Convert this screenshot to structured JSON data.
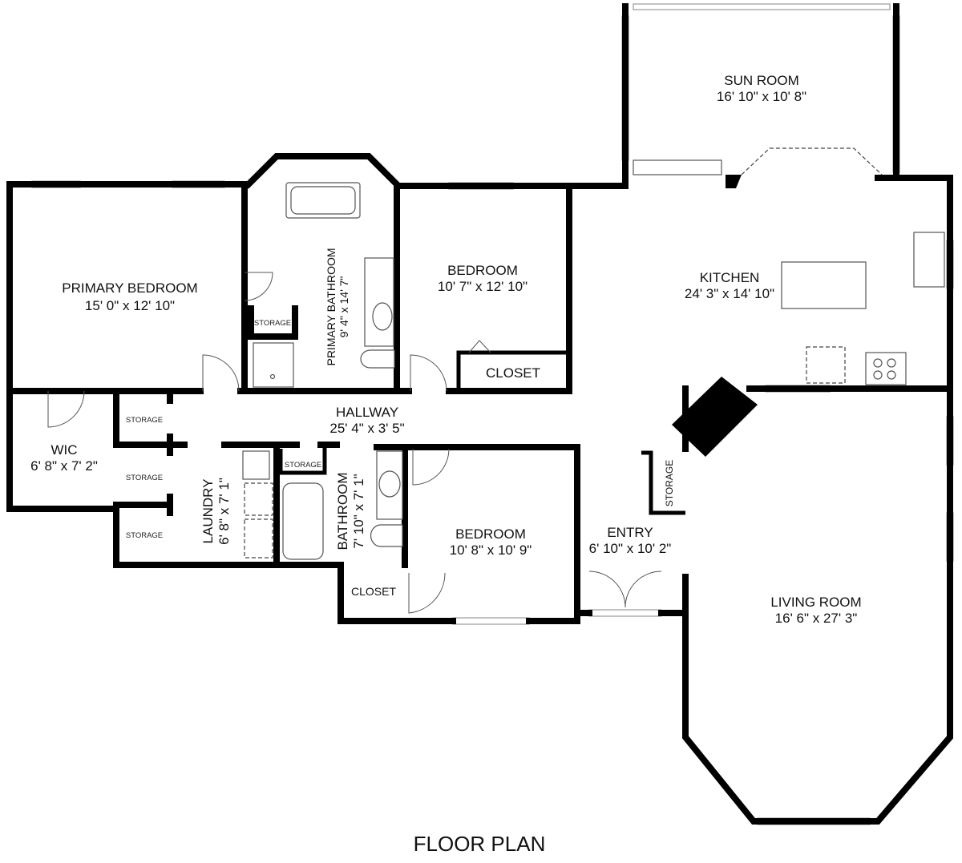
{
  "title": "FLOOR PLAN",
  "rooms": {
    "sun_room": {
      "name": "SUN ROOM",
      "dims": "16' 10\" x 10' 8\""
    },
    "primary_bedroom": {
      "name": "PRIMARY BEDROOM",
      "dims": "15' 0\" x 12' 10\""
    },
    "primary_bathroom": {
      "name": "PRIMARY BATHROOM",
      "dims": "9' 4\" x 14' 7\""
    },
    "bedroom_1": {
      "name": "BEDROOM",
      "dims": "10' 7\" x 12' 10\""
    },
    "kitchen": {
      "name": "KITCHEN",
      "dims": "24' 3\" x 14' 10\""
    },
    "closet_1": {
      "name": "CLOSET"
    },
    "hallway": {
      "name": "HALLWAY",
      "dims": "25' 4\" x 3' 5\""
    },
    "wic": {
      "name": "WIC",
      "dims": "6' 8\" x 7' 2\""
    },
    "laundry": {
      "name": "LAUNDRY",
      "dims": "6' 8\" x 7' 1\""
    },
    "bathroom": {
      "name": "BATHROOM",
      "dims": "7' 10\" x 7' 1\""
    },
    "bedroom_2": {
      "name": "BEDROOM",
      "dims": "10' 8\" x 10' 9\""
    },
    "entry": {
      "name": "ENTRY",
      "dims": "6' 10\" x 10' 2\""
    },
    "living_room": {
      "name": "LIVING ROOM",
      "dims": "16' 6\" x 27' 3\""
    },
    "closet_2": {
      "name": "CLOSET"
    },
    "storage": "STORAGE"
  }
}
